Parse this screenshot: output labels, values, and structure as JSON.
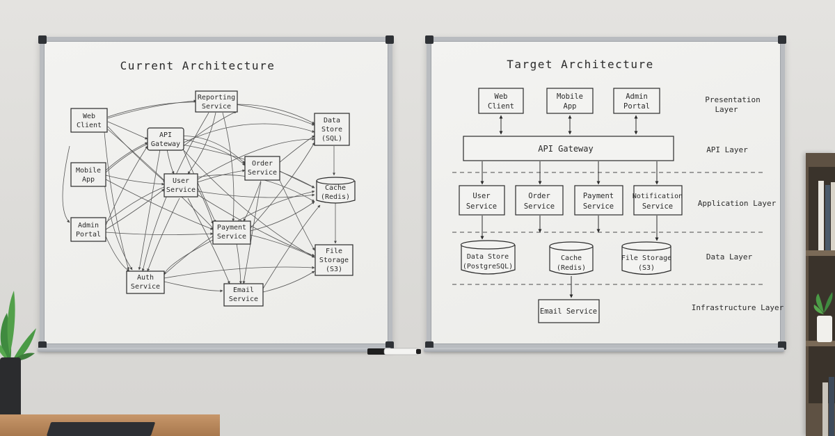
{
  "left_board": {
    "title": "Current Architecture",
    "nodes": {
      "web_client": [
        "Web",
        "Client"
      ],
      "mobile_app": [
        "Mobile",
        "App"
      ],
      "admin_portal": [
        "Admin",
        "Portal"
      ],
      "reporting_service": [
        "Reporting",
        "Service"
      ],
      "api_gateway": [
        "API",
        "Gateway"
      ],
      "user_service": [
        "User",
        "Service"
      ],
      "order_service": [
        "Order",
        "Service"
      ],
      "payment_service": [
        "Payment",
        "Service"
      ],
      "auth_service": [
        "Auth",
        "Service"
      ],
      "email_service": [
        "Email",
        "Service"
      ],
      "data_store": [
        "Data",
        "Store",
        "(SQL)"
      ],
      "cache": [
        "Cache",
        "(Redis)"
      ],
      "file_storage": [
        "File",
        "Storage",
        "(S3)"
      ]
    }
  },
  "right_board": {
    "title": "Target Architecture",
    "layers": {
      "presentation": [
        "Presentation",
        "Layer"
      ],
      "api": "API Layer",
      "application": "Application Layer",
      "data": "Data Layer",
      "infrastructure": "Infrastructure Layer"
    },
    "nodes": {
      "web_client": [
        "Web",
        "Client"
      ],
      "mobile_app": [
        "Mobile",
        "App"
      ],
      "admin_portal": [
        "Admin",
        "Portal"
      ],
      "api_gateway": "API Gateway",
      "user_service": [
        "User",
        "Service"
      ],
      "order_service": [
        "Order",
        "Service"
      ],
      "payment_service": [
        "Payment",
        "Service"
      ],
      "notification_service": [
        "Notification",
        "Service"
      ],
      "data_store": [
        "Data Store",
        "(PostgreSQL)"
      ],
      "cache": [
        "Cache",
        "(Redis)"
      ],
      "file_storage": [
        "File Storage",
        "(S3)"
      ],
      "email_service": "Email Service"
    }
  },
  "colors": {
    "wall": "#dedddb",
    "board_surface": "#efefed",
    "board_frame": "#b9bcc0",
    "marker_ink": "#2a2a2a",
    "shelf_wood": "#6b5b49",
    "desk_wood": "#b7875a",
    "plant_green": "#3f8a3f"
  },
  "icons": [
    "whiteboard-marker",
    "potted-plant",
    "bookshelf",
    "desk"
  ]
}
